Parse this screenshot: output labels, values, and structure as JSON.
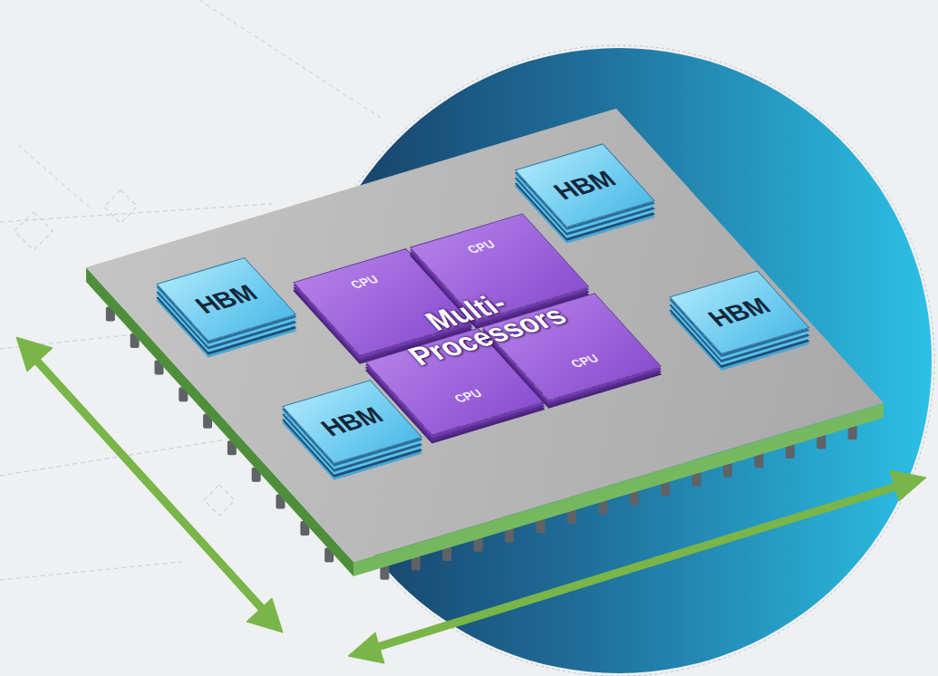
{
  "diagram": {
    "nodes": [
      {
        "text": [
          "HBM"
        ]
      },
      {
        "text": [
          "HBM"
        ]
      },
      {
        "text": [
          "CPU"
        ]
      },
      {
        "text": [
          "CPU"
        ]
      },
      {
        "text": [
          "HBM"
        ]
      },
      {
        "text": [
          "CPU"
        ]
      },
      {
        "text": [
          "CPU"
        ]
      },
      {
        "text": [
          "HBM"
        ]
      }
    ],
    "labels": [
      "Multi- Processors"
    ]
  }
}
